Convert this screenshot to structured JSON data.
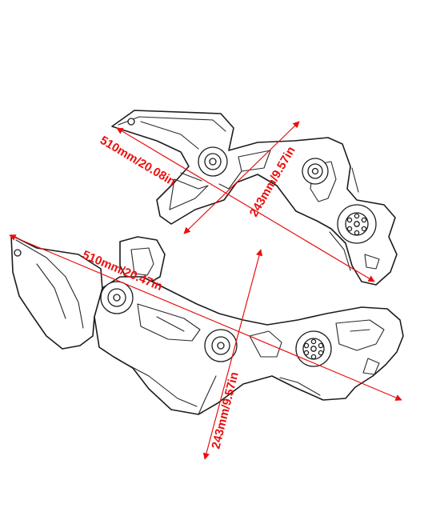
{
  "dimensions": {
    "upper_length": "510mm/20.08in",
    "upper_height": "243mm/9.57in",
    "lower_length": "510mm/20.47in",
    "lower_height": "243mm/9.57in"
  },
  "colors": {
    "dimension": "#e8100f",
    "outline": "#1c1c1c",
    "background": "#ffffff"
  }
}
